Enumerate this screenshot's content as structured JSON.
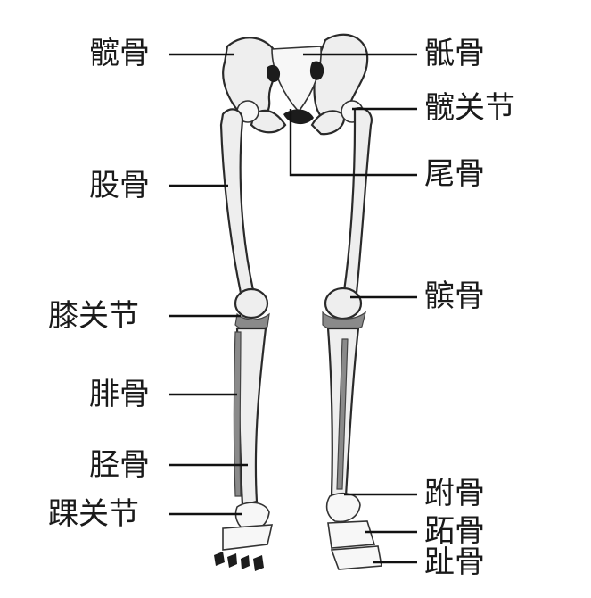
{
  "labels": {
    "hip_bone": "髋骨",
    "sacrum": "骶骨",
    "hip_joint": "髋关节",
    "femur": "股骨",
    "coccyx": "尾骨",
    "knee_joint": "膝关节",
    "patella": "髌骨",
    "fibula": "腓骨",
    "tibia": "胫骨",
    "ankle_joint": "踝关节",
    "tarsal": "跗骨",
    "metatarsal": "跖骨",
    "phalanges": "趾骨"
  }
}
